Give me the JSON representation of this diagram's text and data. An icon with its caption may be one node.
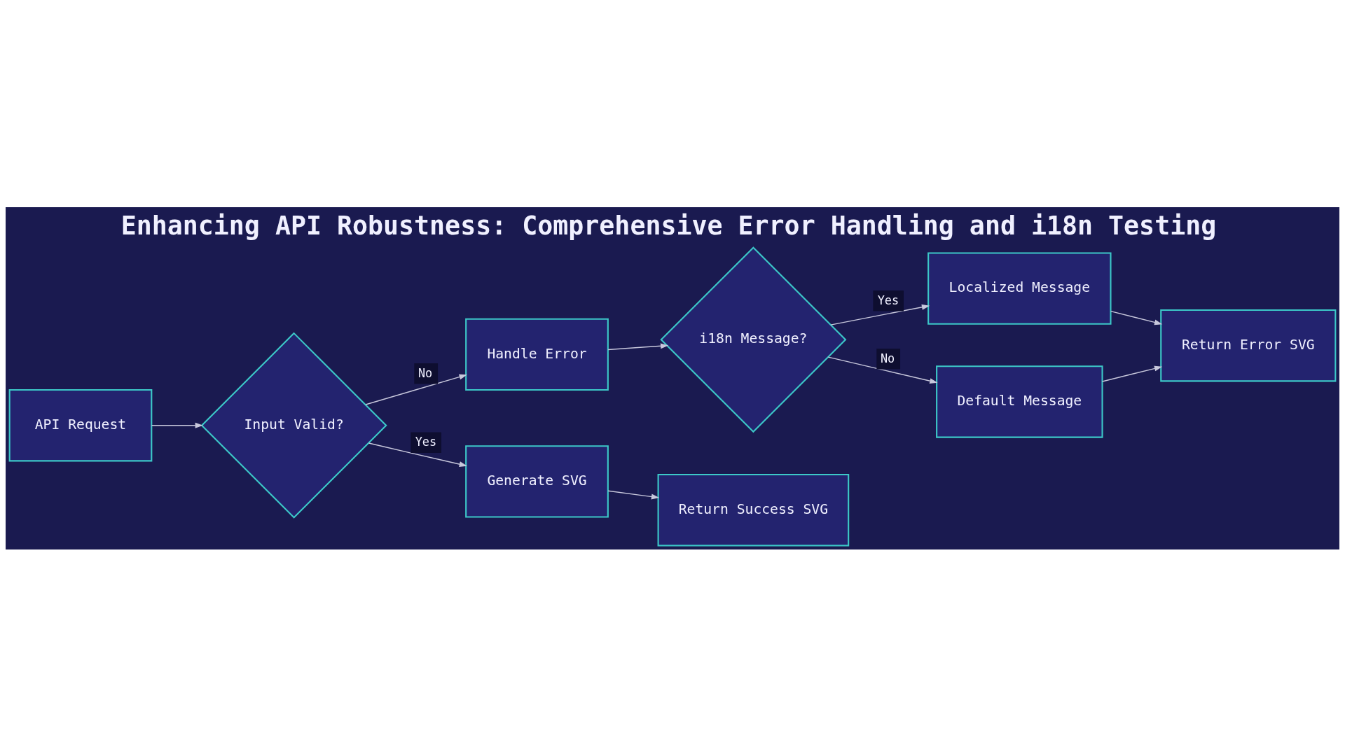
{
  "diagram": {
    "title": "Enhancing API Robustness: Comprehensive Error Handling and i18n Testing",
    "nodes": [
      {
        "text": [
          "API Request"
        ]
      },
      {
        "text": [
          "Input Valid?"
        ]
      },
      {
        "text": [
          "Handle Error"
        ]
      },
      {
        "text": [
          "Generate SVG"
        ]
      },
      {
        "text": [
          "i18n Message?"
        ]
      },
      {
        "text": [
          "Return Success SVG"
        ]
      },
      {
        "text": [
          "Localized Message"
        ]
      },
      {
        "text": [
          "Default Message"
        ]
      },
      {
        "text": [
          "Return Error SVG"
        ]
      }
    ],
    "edges": [
      {
        "from": 0,
        "to": 1,
        "arrow": "to"
      },
      {
        "from": 1,
        "to": 2,
        "arrow": "to",
        "label": "No"
      },
      {
        "from": 1,
        "to": 3,
        "arrow": "to",
        "label": "Yes"
      },
      {
        "from": 2,
        "to": 4,
        "arrow": "to"
      },
      {
        "from": 3,
        "to": 5,
        "arrow": "to"
      },
      {
        "from": 4,
        "to": 6,
        "arrow": "to",
        "label": "Yes"
      },
      {
        "from": 4,
        "to": 7,
        "arrow": "to",
        "label": "No"
      },
      {
        "from": 6,
        "to": 8,
        "arrow": "to"
      },
      {
        "from": 7,
        "to": 8,
        "arrow": "to"
      }
    ]
  }
}
